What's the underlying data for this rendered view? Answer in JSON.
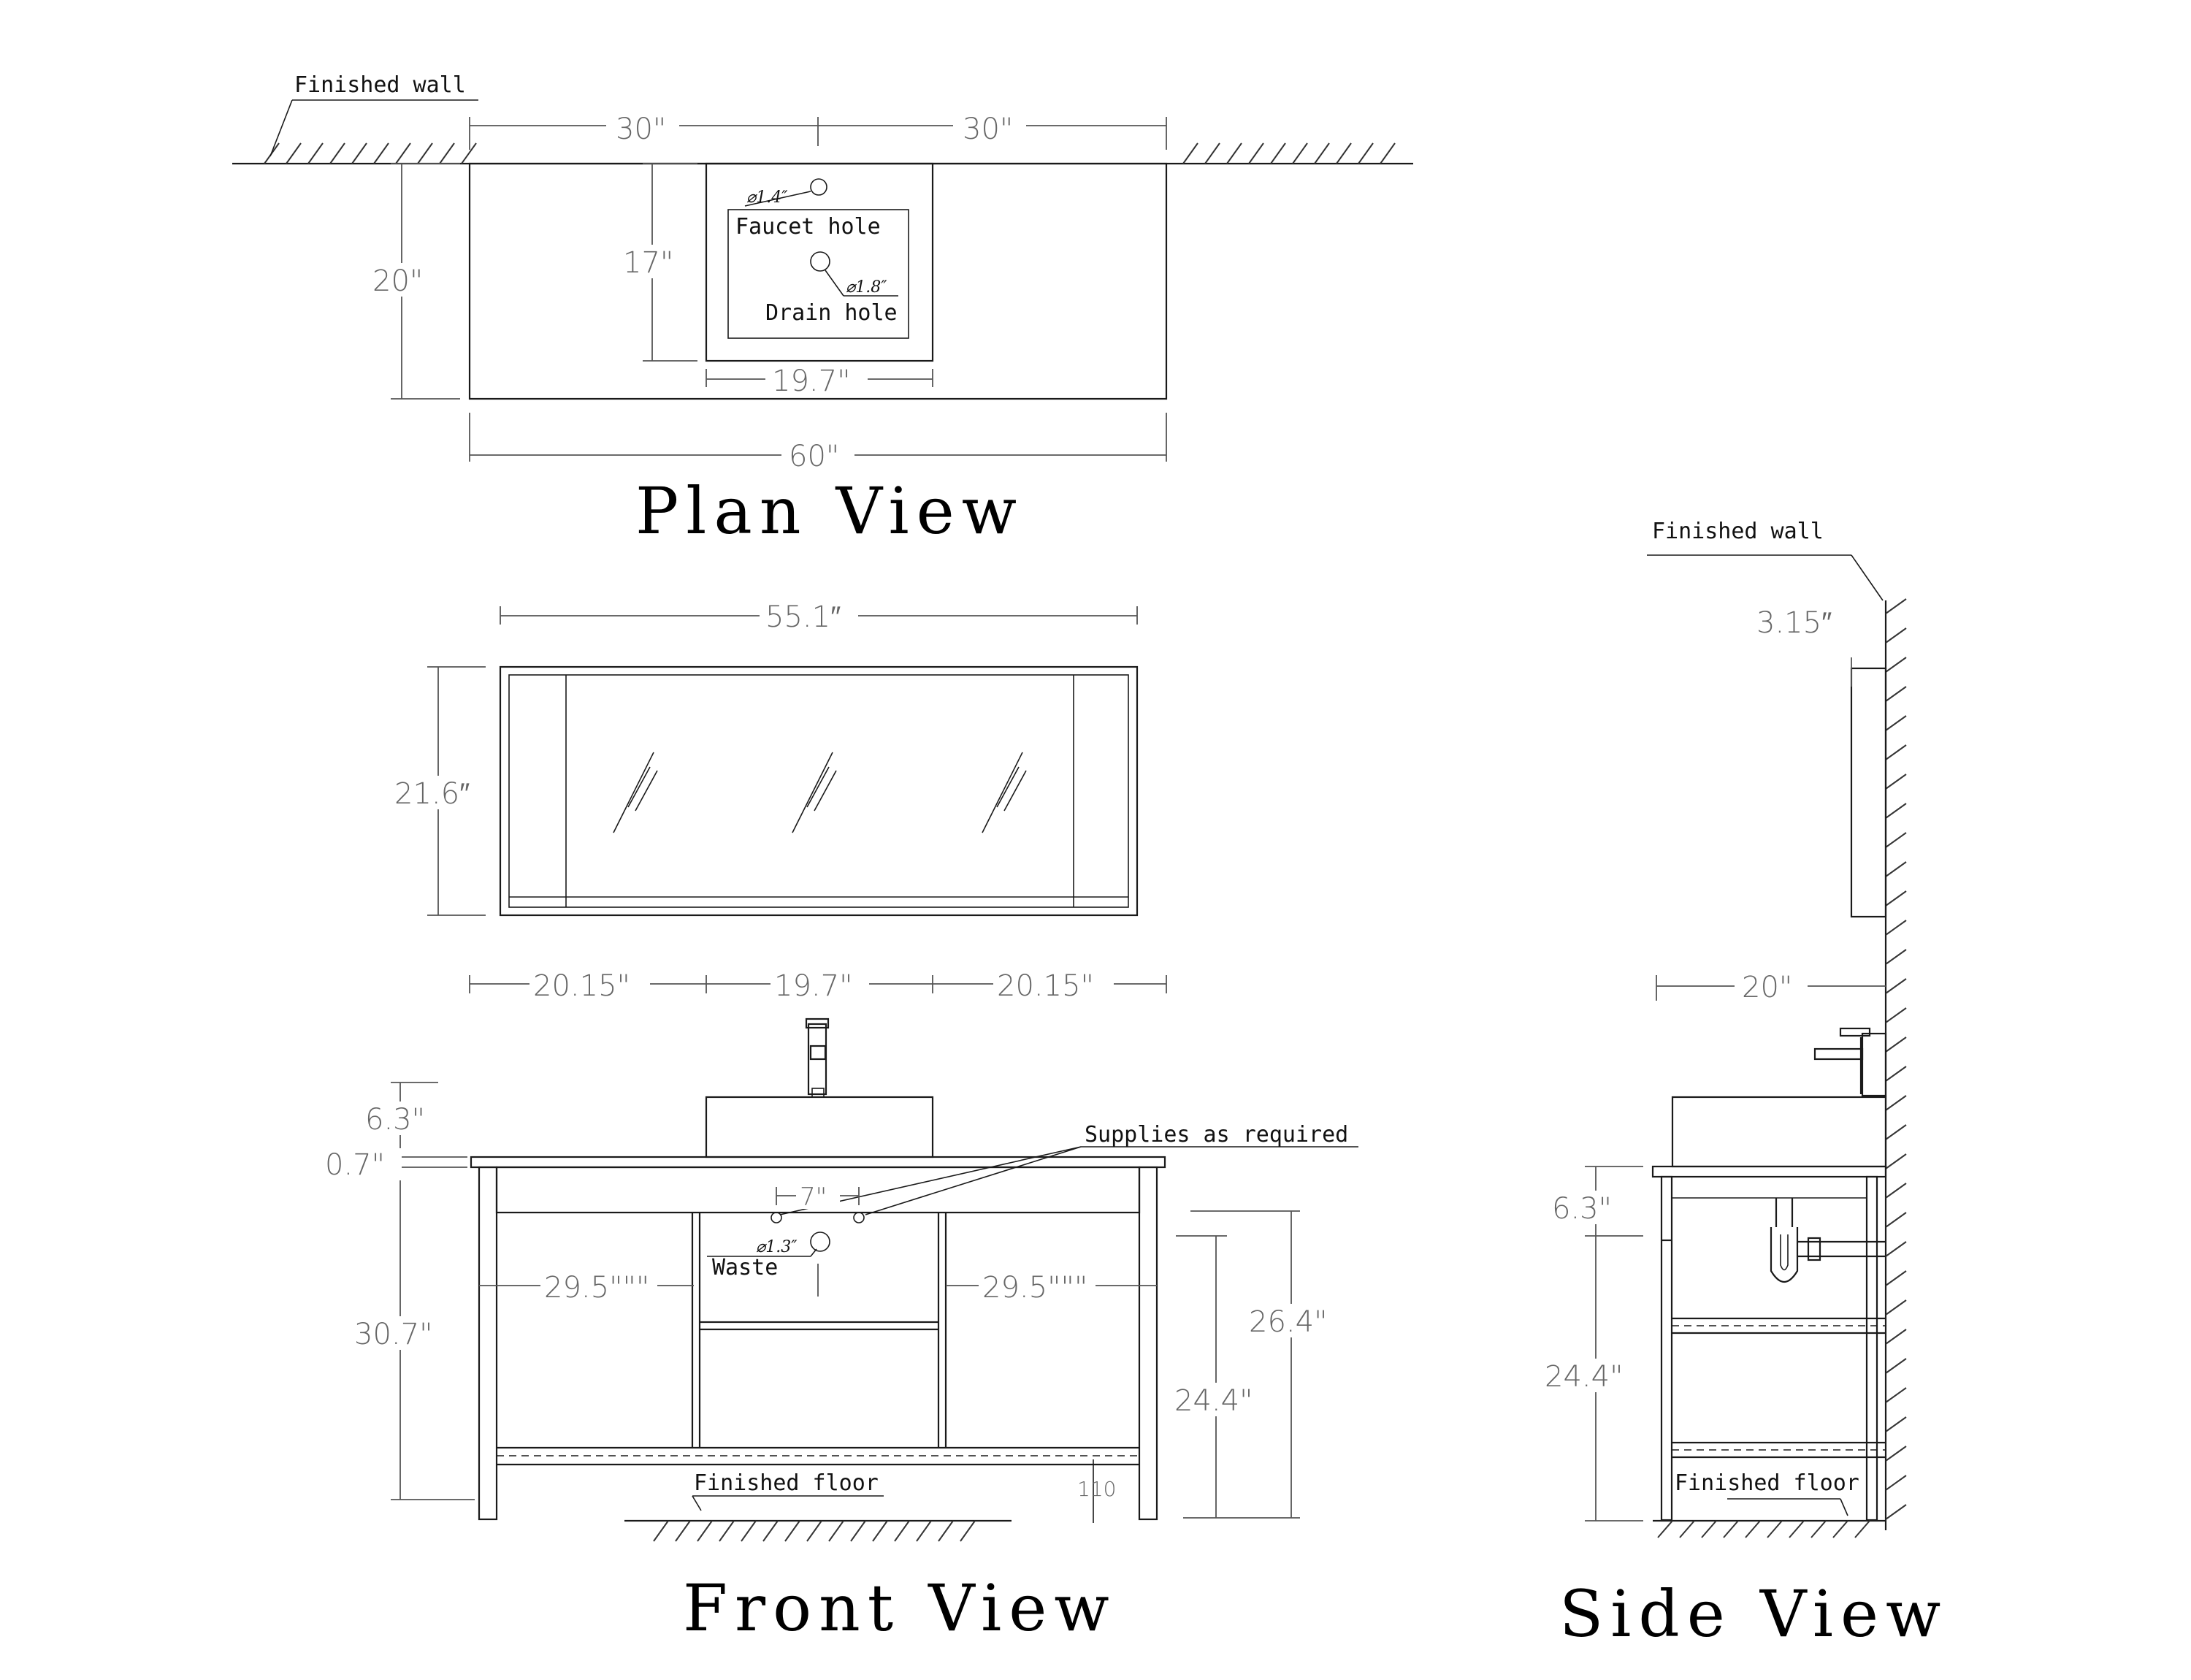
{
  "titles": {
    "plan": "Plan View",
    "front": "Front View",
    "side": "Side View"
  },
  "notes": {
    "finished_wall": "Finished wall",
    "finished_wall_side": "Finished wall",
    "faucet_hole": "Faucet hole",
    "drain_hole": "Drain hole",
    "supplies": "Supplies as required",
    "waste": "Waste",
    "finished_floor": "Finished floor",
    "finished_floor_side": "Finished floor"
  },
  "small_labels": {
    "faucet_dia": "⌀1.4″",
    "drain_dia": "⌀1.8″",
    "waste_dia": "⌀1.3″",
    "code_110": "110"
  },
  "plan_dims": {
    "left_30": "30\"",
    "right_30": "30\"",
    "depth_20": "20\"",
    "basin_17": "17\"",
    "basin_19_7": "19.7\"",
    "total_60": "60\""
  },
  "mirror_dims": {
    "width": "55.1″",
    "height": "21.6″"
  },
  "front_dims": {
    "left_20_15": "20.15\"",
    "center_19_7": "19.7\"",
    "right_20_15": "20.15\"",
    "h_6_3": "6.3\"",
    "h_0_7": "0.7\"",
    "h_30_7": "30.7\"",
    "supply_7": "7\"",
    "left_29_5": "29.5\"\"\"",
    "right_29_5": "29.5\"\"\"",
    "h_26_4": "26.4\"",
    "h_24_4": "24.4\""
  },
  "side_dims": {
    "mirror_depth": "3.15″",
    "depth_20": "20\"",
    "h_6_3": "6.3\"",
    "h_24_4": "24.4\""
  }
}
